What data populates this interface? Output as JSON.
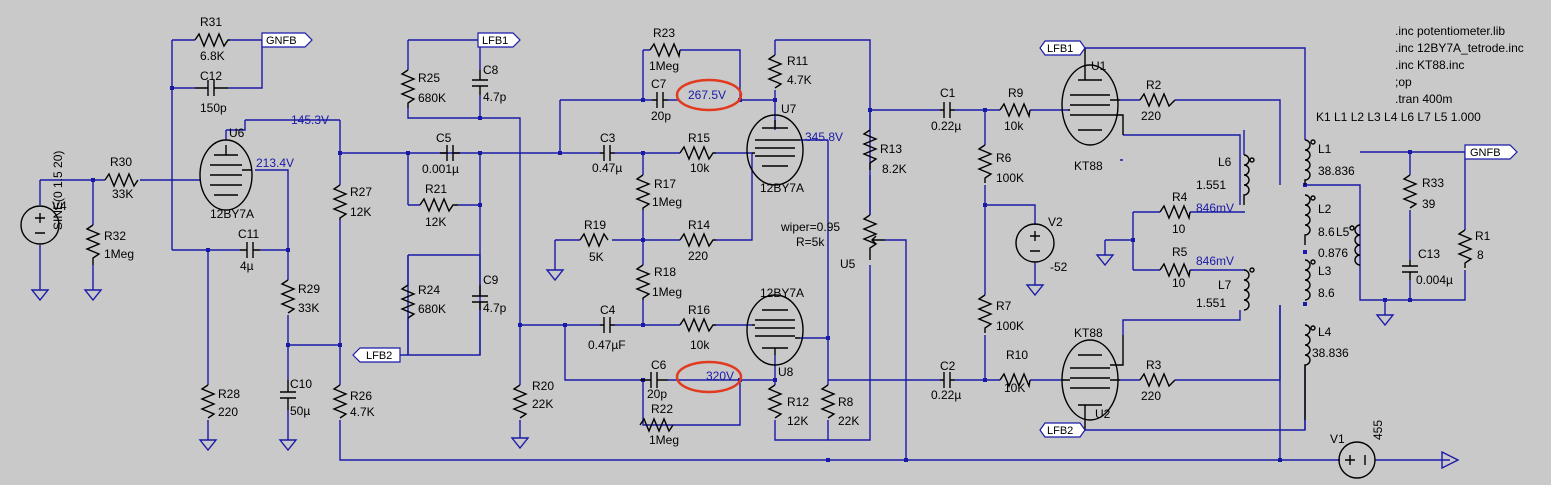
{
  "labels": {
    "v4_spec": "SINE(0 1.5 20)",
    "v4": "V4",
    "r30": "R30",
    "r30_val": "33K",
    "r32": "R32",
    "r32_val": "1Meg",
    "r31": "R31",
    "r31_val": "6.8K",
    "c12": "C12",
    "c12_val": "150p",
    "u6": "U6",
    "u6_type": "12BY7A",
    "volt_213": "213.4V",
    "volt_145": "145.3V",
    "c11": "C11",
    "c11_val": "4µ",
    "r29": "R29",
    "r29_val": "33K",
    "c10": "C10",
    "c10_val": "50µ",
    "r28": "R28",
    "r28_val": "220",
    "r27": "R27",
    "r27_val": "12K",
    "r26": "R26",
    "r26_val": "4.7K",
    "r25": "R25",
    "r25_val": "680K",
    "c8": "C8",
    "c8_val": "4.7p",
    "c5": "C5",
    "c5_val": "0.001µ",
    "r21": "R21",
    "r21_val": "12K",
    "r24": "R24",
    "r24_val": "680K",
    "c9": "C9",
    "c9_val": "4.7p",
    "r20": "R20",
    "r20_val": "22K",
    "r23": "R23",
    "r23_val": "1Meg",
    "c7": "C7",
    "c7_val": "20p",
    "volt_267": "267.5V",
    "c3": "C3",
    "c3_val": "0.47µ",
    "r15": "R15",
    "r15_val": "10k",
    "r17": "R17",
    "r17_val": "1Meg",
    "r19": "R19",
    "r19_val": "5K",
    "r14": "R14",
    "r14_val": "220",
    "r18": "R18",
    "r18_val": "1Meg",
    "c4": "C4",
    "c4_val": "0.47µF",
    "r16": "R16",
    "r16_val": "10k",
    "c6": "C6",
    "c6_val": "20p",
    "r22": "R22",
    "r22_val": "1Meg",
    "volt_320": "320V",
    "r11": "R11",
    "r11_val": "4.7K",
    "u7": "U7",
    "u7_type": "12BY7A",
    "volt_345": "345.8V",
    "u8": "U8",
    "u8_type": "12BY7A",
    "r12": "R12",
    "r12_val": "12K",
    "r8": "R8",
    "r8_val": "22K",
    "r13": "R13",
    "r13_val": "8.2K",
    "wiper": "wiper=0.95",
    "r_5k": "R=5k",
    "u5": "U5",
    "c1": "C1",
    "c1_val": "0.22µ",
    "r9": "R9",
    "r9_val": "10k",
    "r6": "R6",
    "r6_val": "100K",
    "v2": "V2",
    "v2_val": "-52",
    "r7": "R7",
    "r7_val": "100K",
    "c2": "C2",
    "c2_val": "0.22µ",
    "r10": "R10",
    "r10_val": "10K",
    "u1": "U1",
    "u1_type": "KT88",
    "u2": "U2",
    "u2_type": "KT88",
    "r2": "R2",
    "r2_val": "220",
    "r3": "R3",
    "r3_val": "220",
    "r4": "R4",
    "r4_val": "10",
    "volt_846a": "846mV",
    "r5": "R5",
    "r5_val": "10",
    "volt_846b": "846mV",
    "l6": "L6",
    "l6_val": "1.551",
    "l7": "L7",
    "l7_val": "1.551",
    "l1": "L1",
    "l1_val": "38.836",
    "l2": "L2",
    "l2_val": "8.6",
    "l3": "L3",
    "l3_val": "8.6",
    "l4": "L4",
    "l4_val": "38.836",
    "l5": "L5",
    "l5_val": "0.876",
    "r33": "R33",
    "r33_val": "39",
    "c13": "C13",
    "c13_val": "0.004µ",
    "r1": "R1",
    "r1_val": "8",
    "v1": "V1",
    "v1_val": "455",
    "coupling": "K1 L1 L2 L3 L4 L6 L7 L5 1.000"
  },
  "flags": {
    "gnfb": "GNFB",
    "lfb1": "LFB1",
    "lfb2": "LFB2"
  },
  "directives": [
    ".inc potentiometer.lib",
    ".inc 12BY7A_tetrode.inc",
    ".inc KT88.inc",
    ";op",
    ".tran 400m"
  ],
  "colors": {
    "background": "#c9c9c9",
    "wire": "#1a1aa8",
    "component": "#000000",
    "voltage_label": "#1a1aa8",
    "highlight_ring": "#e23a1e"
  }
}
